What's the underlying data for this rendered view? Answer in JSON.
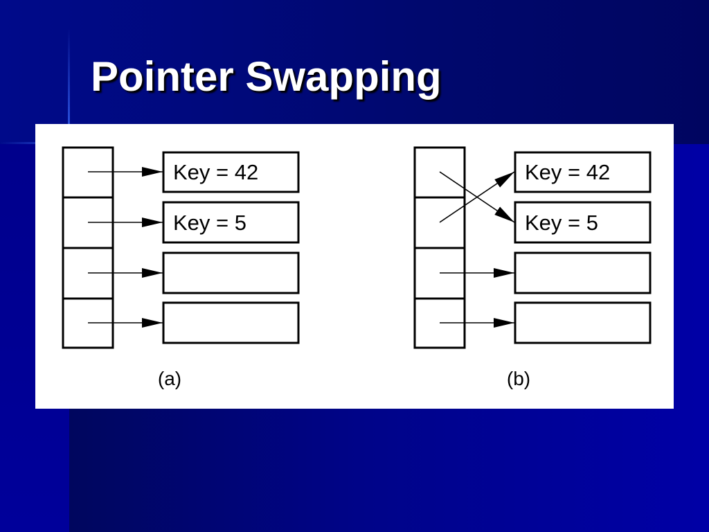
{
  "slide": {
    "title": "Pointer Swapping"
  },
  "figure": {
    "panel_a": {
      "caption": "(a)",
      "records": [
        "Key = 42",
        "Key = 5",
        "",
        ""
      ]
    },
    "panel_b": {
      "caption": "(b)",
      "records": [
        "Key = 42",
        "Key = 5",
        "",
        ""
      ]
    }
  },
  "colors": {
    "background": "#0000a8",
    "title": "#ffffff",
    "figure_background": "#ffffff",
    "diagram_ink": "#000000"
  }
}
